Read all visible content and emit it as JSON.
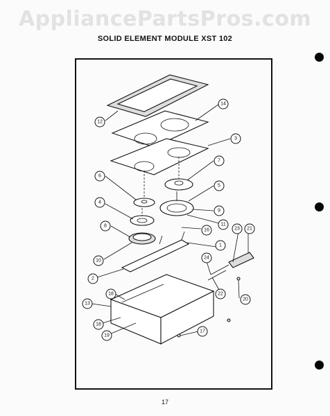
{
  "watermark": "AppliancePartsPros.com",
  "title": "SOLID ELEMENT MODULE XST 102",
  "page_number": "17",
  "callouts": [
    {
      "id": "c12",
      "label": "12"
    },
    {
      "id": "c14",
      "label": "14"
    },
    {
      "id": "c3",
      "label": "3"
    },
    {
      "id": "c6",
      "label": "6"
    },
    {
      "id": "c7",
      "label": "7"
    },
    {
      "id": "c5",
      "label": "5"
    },
    {
      "id": "c4",
      "label": "4"
    },
    {
      "id": "c9",
      "label": "9"
    },
    {
      "id": "c8",
      "label": "8"
    },
    {
      "id": "c11",
      "label": "11"
    },
    {
      "id": "c16",
      "label": "16"
    },
    {
      "id": "c23",
      "label": "23"
    },
    {
      "id": "c21",
      "label": "21"
    },
    {
      "id": "c10",
      "label": "10"
    },
    {
      "id": "c1",
      "label": "1"
    },
    {
      "id": "c24",
      "label": "24"
    },
    {
      "id": "c2",
      "label": "2"
    },
    {
      "id": "c18a",
      "label": "18"
    },
    {
      "id": "c22",
      "label": "22"
    },
    {
      "id": "c20",
      "label": "20"
    },
    {
      "id": "c13",
      "label": "13"
    },
    {
      "id": "c18b",
      "label": "18"
    },
    {
      "id": "c19",
      "label": "19"
    },
    {
      "id": "c17",
      "label": "17"
    }
  ]
}
